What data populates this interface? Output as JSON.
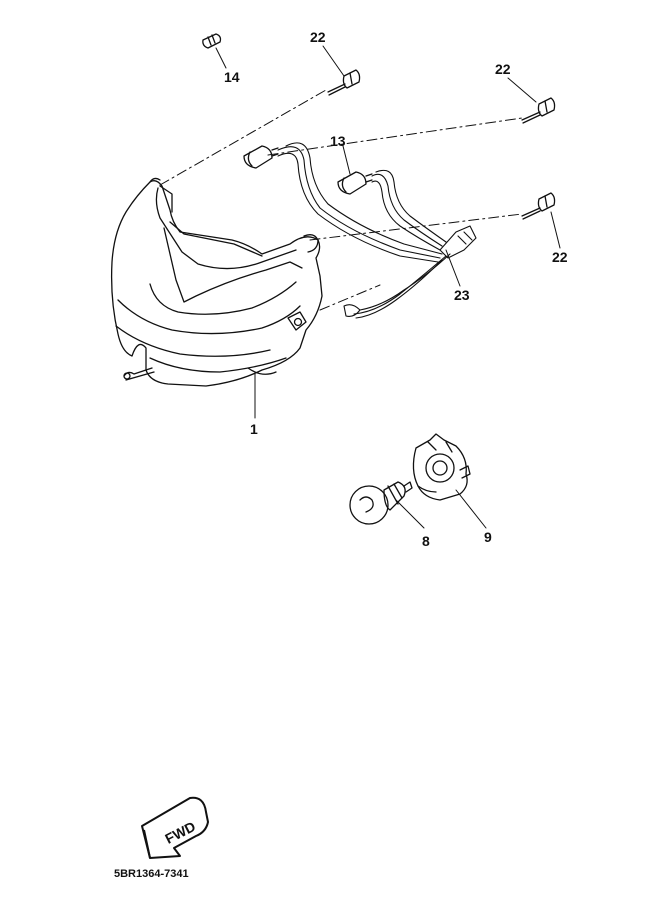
{
  "callouts": {
    "c14": "14",
    "c22a": "22",
    "c22b": "22",
    "c22c": "22",
    "c13": "13",
    "c23": "23",
    "c1": "1",
    "c8": "8",
    "c9": "9"
  },
  "fwd_label": "FWD",
  "diagram_code": "5BR1364-7341"
}
